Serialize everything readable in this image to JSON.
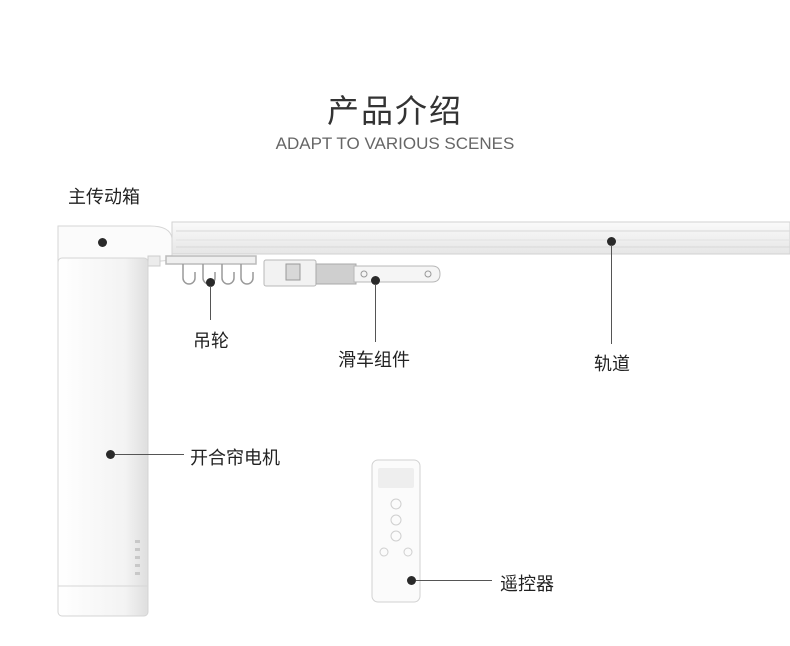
{
  "title": "产品介绍",
  "subtitle": "ADAPT TO VARIOUS SCENES",
  "labels": {
    "gearbox": "主传动箱",
    "hook": "吊轮",
    "slider": "滑车组件",
    "track": "轨道",
    "motor": "开合帘电机",
    "remote": "遥控器"
  },
  "colors": {
    "product_white": "#f4f4f4",
    "outline": "#d4d4d4",
    "pointer": "#2a2a2a",
    "text": "#222222"
  }
}
